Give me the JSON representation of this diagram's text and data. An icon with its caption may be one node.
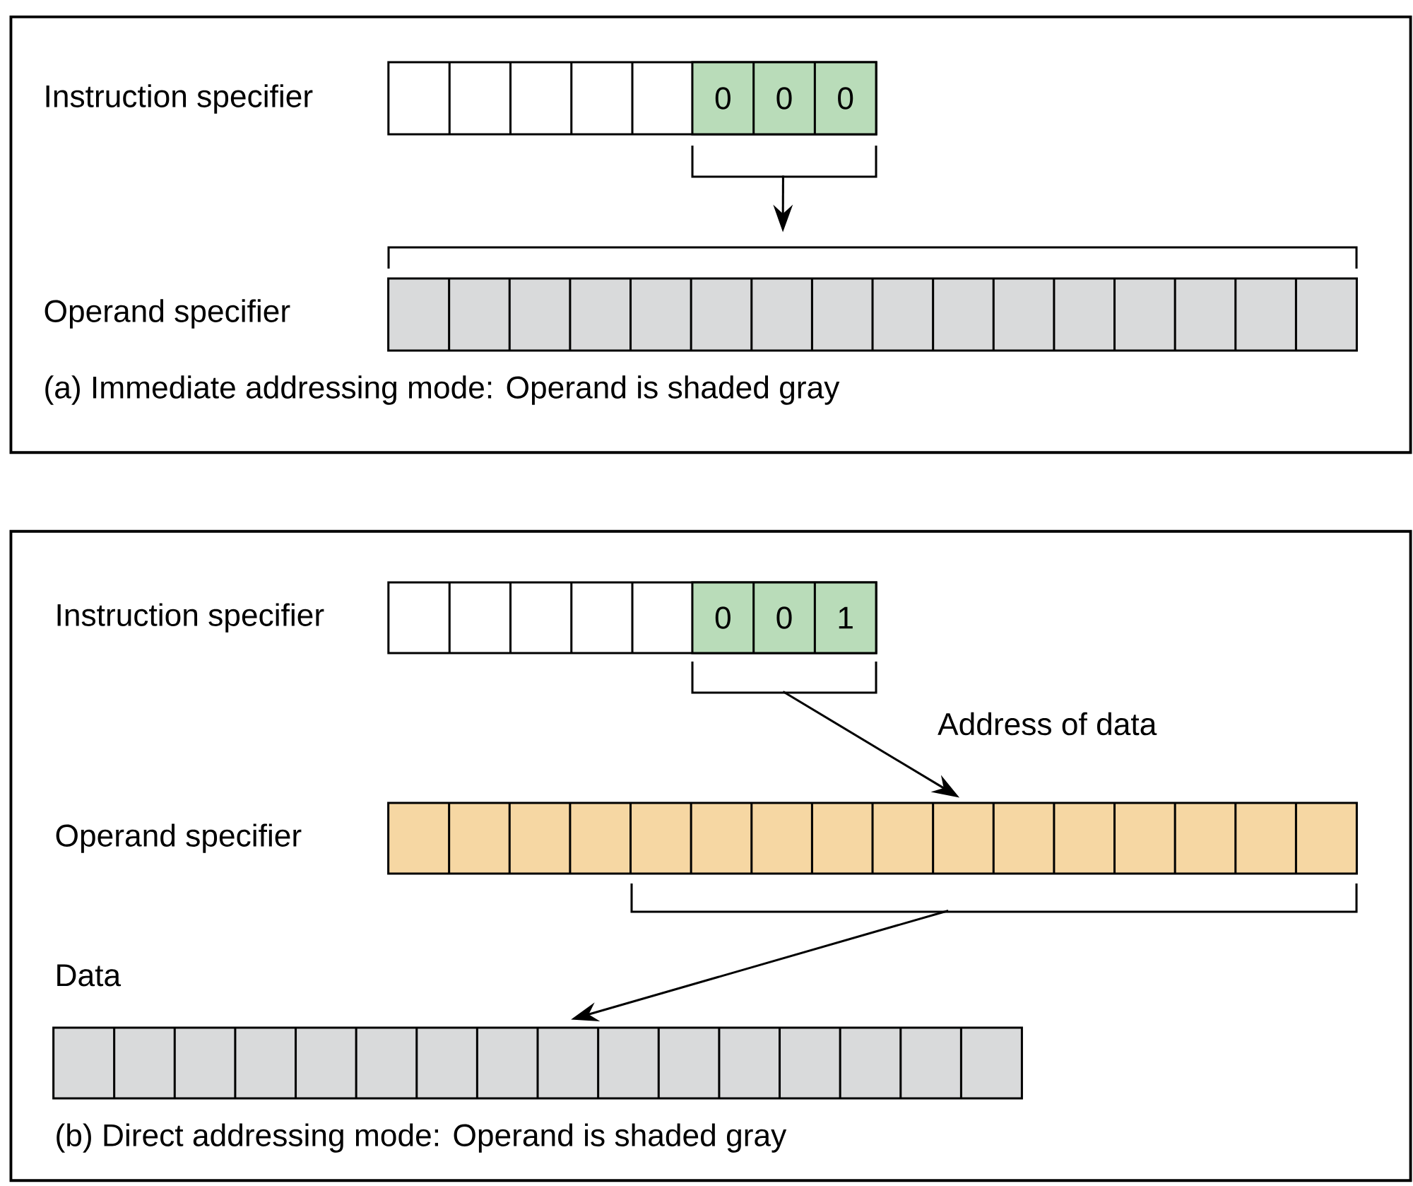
{
  "diagram": {
    "nodes": [
      {
        "text": [
          "(a) Immediate addressing mode: Operand is shaded gray"
        ]
      },
      {
        "text": [
          "Instruction specifier"
        ],
        "in": 0
      },
      {
        "text": [
          "0",
          "0",
          "0"
        ],
        "in": 1
      },
      {
        "text": [
          "Operand specifier"
        ],
        "in": 0
      },
      {
        "text": [
          "(b) Direct addressing mode: Operand is shaded gray"
        ]
      },
      {
        "text": [
          "Instruction specifier"
        ],
        "in": 4
      },
      {
        "text": [
          "0",
          "0",
          "1"
        ],
        "in": 5
      },
      {
        "text": [
          "Operand specifier"
        ],
        "in": 4
      },
      {
        "text": [
          "Data"
        ],
        "in": 4
      }
    ],
    "edges": [
      {
        "from": 2,
        "to": 3,
        "arrow": "to"
      },
      {
        "from": 6,
        "to": 7,
        "arrow": "to",
        "label": "Address of data"
      },
      {
        "from": 7,
        "to": 8,
        "arrow": "to"
      }
    ]
  }
}
